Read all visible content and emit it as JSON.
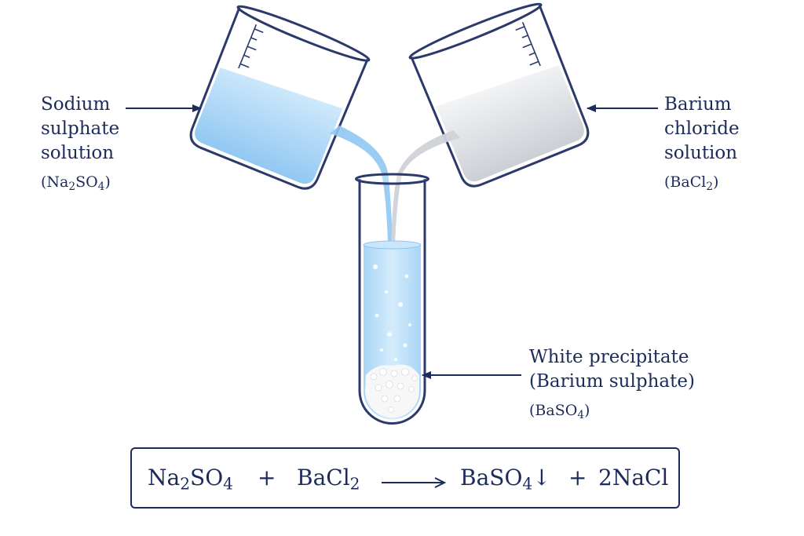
{
  "left_label": {
    "lines": [
      "Sodium",
      "sulphate",
      "solution"
    ],
    "formula_base": [
      "Na",
      "SO"
    ],
    "formula_subs": [
      "2",
      "4"
    ]
  },
  "right_label": {
    "lines": [
      "Barium",
      "chloride",
      "solution"
    ],
    "formula_base": [
      "BaCl"
    ],
    "formula_subs": [
      "2"
    ]
  },
  "precipitate_label": {
    "lines": [
      "White precipitate",
      "(Barium sulphate)"
    ],
    "formula_base": [
      "BaSO"
    ],
    "formula_subs": [
      "4"
    ]
  },
  "equation": {
    "reactant1_base": [
      "Na",
      "SO"
    ],
    "reactant1_subs": [
      "2",
      "4"
    ],
    "plus1": "+",
    "reactant2_base": "BaCl",
    "reactant2_sub": "2",
    "product1_base": "BaSO",
    "product1_sub": "4",
    "precipitate_symbol": "↓",
    "plus2": "+",
    "product2": "2NaCl"
  },
  "colors": {
    "ink": "#1c2b5a",
    "sodium_sulphate_liquid": "#9fd0f5",
    "barium_chloride_liquid": "#dfe2e6",
    "precipitate": "#f7f7f7",
    "glass_outline": "#2b3a6b"
  }
}
